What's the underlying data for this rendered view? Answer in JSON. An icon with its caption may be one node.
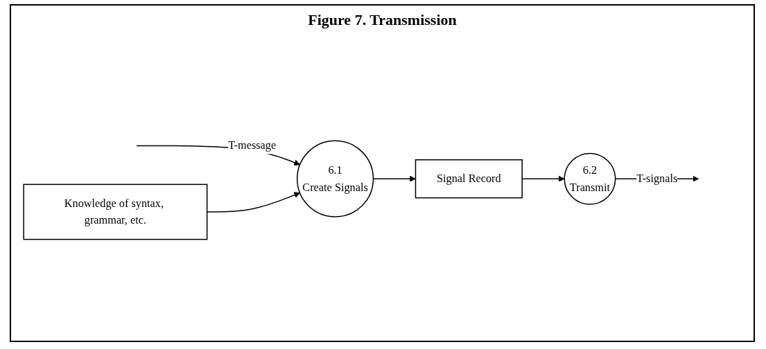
{
  "diagram": {
    "title": "Figure 7. Transmission",
    "nodes": [
      {
        "text": [
          "Signal Record"
        ]
      },
      {
        "text": [
          "6.1",
          "Create Signals"
        ]
      },
      {
        "text": [
          "6.2",
          "Transmit"
        ]
      },
      {
        "text": [
          "Knowledge of syntax, grammar, etc."
        ]
      }
    ],
    "edges": [
      {
        "from": null,
        "to": 1,
        "arrow": "to",
        "label": "T-message"
      },
      {
        "from": 1,
        "to": 0,
        "arrow": "to"
      },
      {
        "from": 0,
        "to": 2,
        "arrow": "to"
      },
      {
        "from": 2,
        "to": null,
        "arrow": "to",
        "label": "T-signals"
      },
      {
        "from": 3,
        "to": 1,
        "arrow": "to"
      }
    ]
  }
}
